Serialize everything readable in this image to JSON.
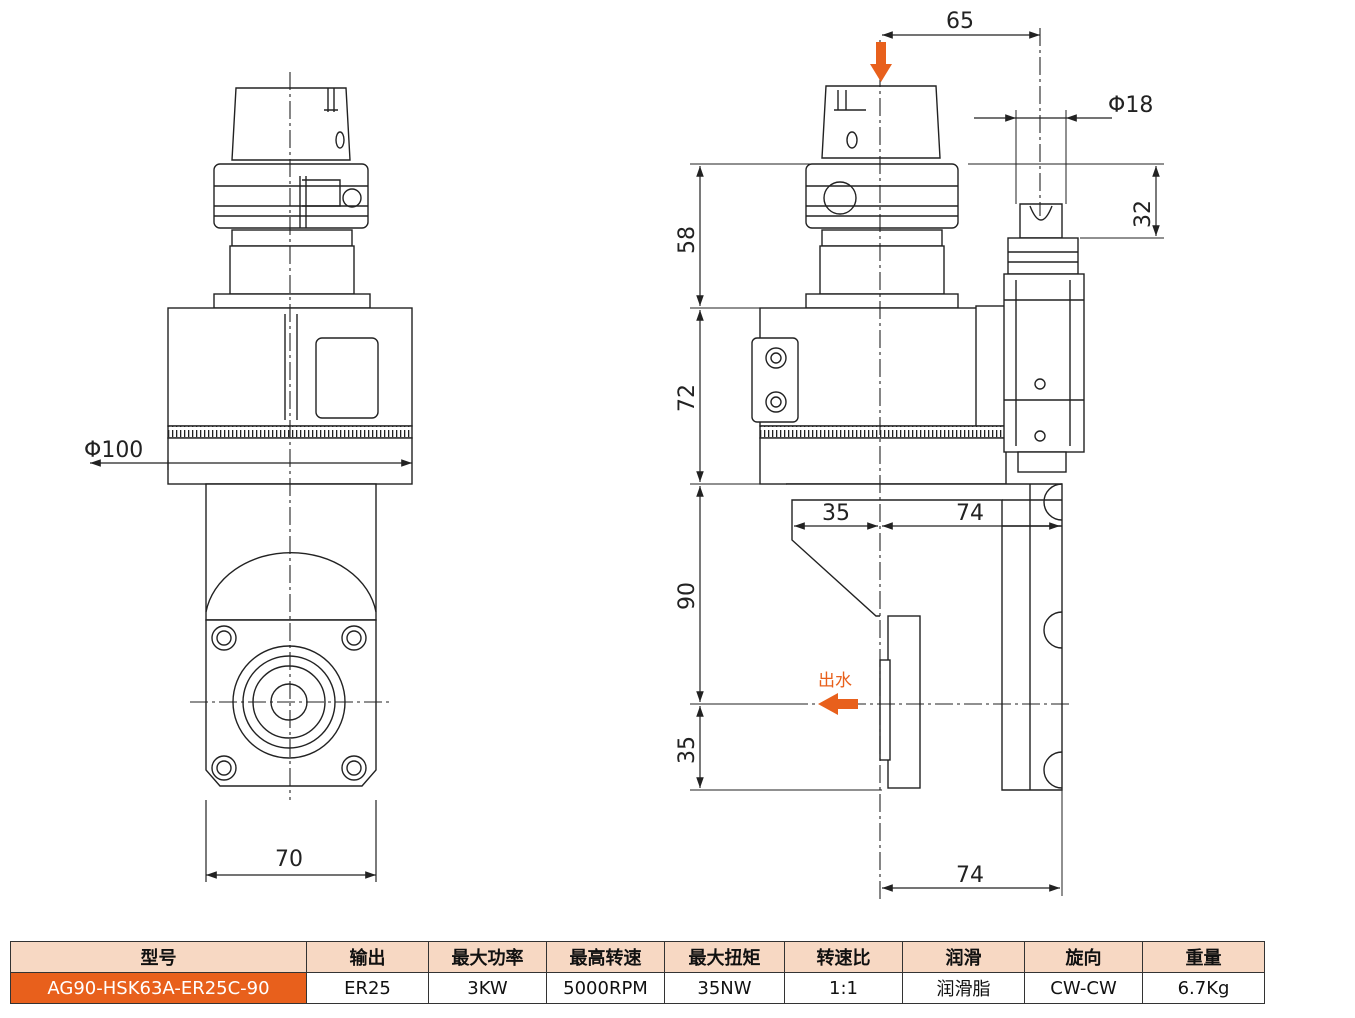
{
  "dimensions": {
    "left_diameter": "Φ100",
    "left_width": "70",
    "right_top_offset": "65",
    "right_output_diameter": "Φ18",
    "right_output_height": "32",
    "height_shank": "58",
    "height_housing": "72",
    "height_arm": "90",
    "height_bottom": "35",
    "arm_offset": "35",
    "arm_width": "74",
    "bottom_width": "74"
  },
  "labels": {
    "coolant_outlet": "出水"
  },
  "colors": {
    "accent": "#e8601c",
    "header_bg": "#f7d8c3",
    "line": "#222222"
  },
  "spec_table": {
    "headers": [
      "型号",
      "输出",
      "最大功率",
      "最高转速",
      "最大扭矩",
      "转速比",
      "润滑",
      "旋向",
      "重量"
    ],
    "values": [
      "AG90-HSK63A-ER25C-90",
      "ER25",
      "3KW",
      "5000RPM",
      "35NW",
      "1:1",
      "润滑脂",
      "CW-CW",
      "6.7Kg"
    ]
  }
}
